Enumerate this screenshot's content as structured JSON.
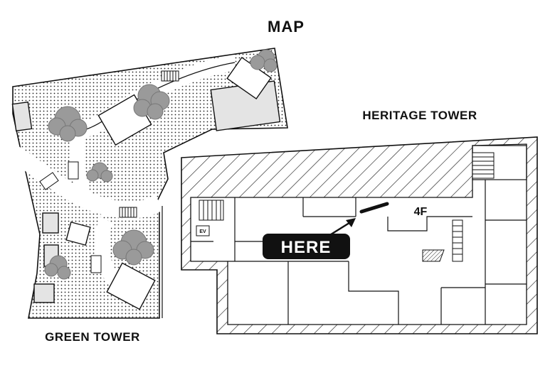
{
  "map": {
    "title": "MAP",
    "buildings": {
      "green_tower": "GREEN TOWER",
      "heritage_tower": "HERITAGE TOWER"
    },
    "floor": "4F",
    "you_are_here": "HERE",
    "elevator": "EV"
  },
  "colors": {
    "ink": "#111111",
    "tree_gray": "#9a9a9a",
    "building_fill": "#e4e4e4",
    "background": "#ffffff"
  },
  "icons": [
    "tree-icon",
    "stairs-icon",
    "elevator-icon",
    "arrow-icon"
  ]
}
